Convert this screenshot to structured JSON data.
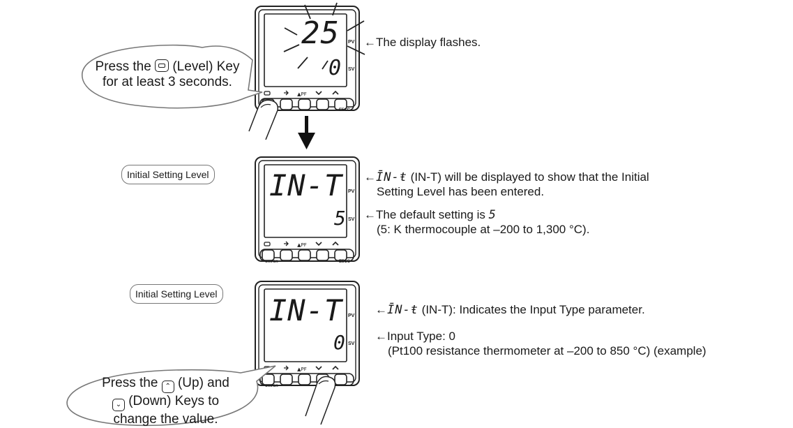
{
  "step1": {
    "bubble_line1_pre": "Press the ",
    "bubble_line1_post": " (Level) Key",
    "bubble_line2": "for at least 3 seconds.",
    "display_pv": "25",
    "display_sv": "0",
    "note": "←The display flashes."
  },
  "step2": {
    "tag": "Initial Setting Level",
    "display_pv": "IN-T",
    "display_sv": "5",
    "note1_arrow": "←",
    "note1_code": "ĪN-ŧ",
    "note1_text": " (IN-T) will be displayed to show that the Initial",
    "note1_line2": "Setting Level has been entered.",
    "note2_line1_pre": "←The default setting is ",
    "note2_value": "5",
    "note2_line2": "(5: K thermocouple at –200 to 1,300 °C)."
  },
  "step3": {
    "tag": "Initial Setting Level",
    "display_pv": "IN-T",
    "display_sv": "0",
    "note1_arrow": "←",
    "note1_code": "ĪN-ŧ",
    "note1_text": " (IN-T): Indicates the Input Type parameter.",
    "note2_line1": "←Input Type: 0",
    "note2_line2": "(Pt100 resistance thermometer at –200 to 850 °C) (example)",
    "bubble_line1_pre": "Press the ",
    "bubble_line1_post": " (Up) and",
    "bubble_line2_post": " (Down) Keys to",
    "bubble_line3": "change the value."
  },
  "device": {
    "pv_label": "PV",
    "sv_label": "SV",
    "brand": "omron",
    "model": "E5CC"
  }
}
